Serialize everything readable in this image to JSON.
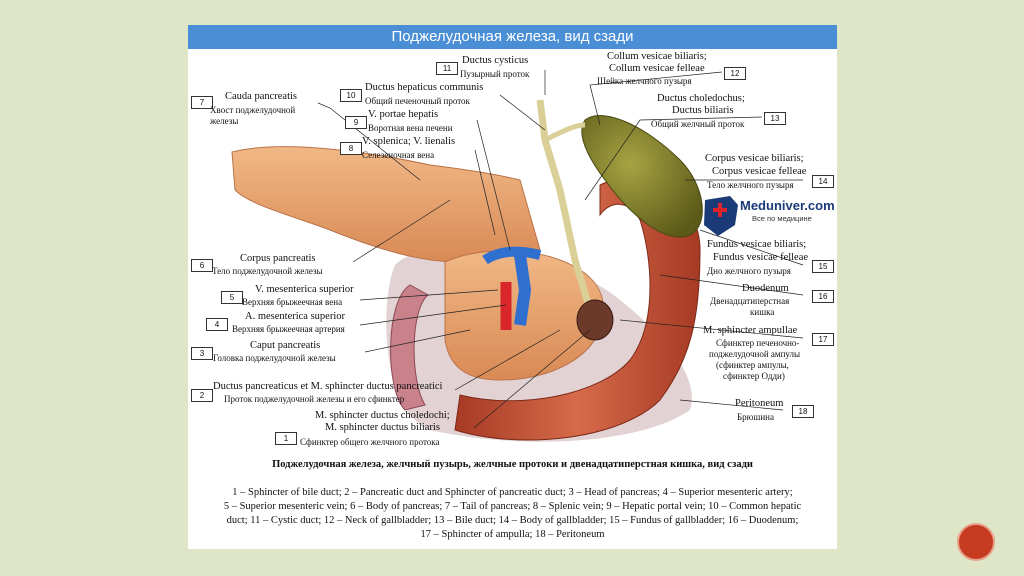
{
  "title": "Поджелудочная железа, вид сзади",
  "labels": [
    {
      "num": "1",
      "en": [
        "M. sphincter ductus choledochi;",
        "M. sphincter ductus biliaris"
      ],
      "ru": [
        "Сфинктер общего желчного протока"
      ]
    },
    {
      "num": "2",
      "en": [
        "Ductus pancreaticus et M. sphincter ductus pancreatici"
      ],
      "ru": [
        "Проток поджелудочной железы и его сфинктер"
      ]
    },
    {
      "num": "3",
      "en": [
        "Caput pancreatis"
      ],
      "ru": [
        "Головка поджелудочной железы"
      ]
    },
    {
      "num": "4",
      "en": [
        "A. mesenterica superior"
      ],
      "ru": [
        "Верхняя брыжеечная артерия"
      ]
    },
    {
      "num": "5",
      "en": [
        "V. mesenterica superior"
      ],
      "ru": [
        "Верхняя брыжеечная вена"
      ]
    },
    {
      "num": "6",
      "en": [
        "Corpus pancreatis"
      ],
      "ru": [
        "Тело поджелудочной железы"
      ]
    },
    {
      "num": "7",
      "en": [
        "Cauda pancreatis"
      ],
      "ru": [
        "Хвост поджелудочной",
        "железы"
      ]
    },
    {
      "num": "8",
      "en": [
        "V. splenica; V. lienalis"
      ],
      "ru": [
        "Селезеночная вена"
      ]
    },
    {
      "num": "9",
      "en": [
        "V. portae hepatis"
      ],
      "ru": [
        "Воротная вена печени"
      ]
    },
    {
      "num": "10",
      "en": [
        "Ductus hepaticus communis"
      ],
      "ru": [
        "Общий печеночный проток"
      ]
    },
    {
      "num": "11",
      "en": [
        "Ductus cysticus"
      ],
      "ru": [
        "Пузырный проток"
      ]
    },
    {
      "num": "12",
      "en": [
        "Collum vesicae biliaris;",
        "Collum vesicae felleae"
      ],
      "ru": [
        "Шейка желчного пузыря"
      ]
    },
    {
      "num": "13",
      "en": [
        "Ductus choledochus;",
        "Ductus biliaris"
      ],
      "ru": [
        "Общий желчный проток"
      ]
    },
    {
      "num": "14",
      "en": [
        "Corpus vesicae biliaris;",
        "Corpus vesicae felleae"
      ],
      "ru": [
        "Тело желчного пузыря"
      ]
    },
    {
      "num": "15",
      "en": [
        "Fundus vesicae biliaris;",
        "Fundus vesicae felleae"
      ],
      "ru": [
        "Дно желчного пузыря"
      ]
    },
    {
      "num": "16",
      "en": [
        "Duodenum"
      ],
      "ru": [
        "Двенадцатиперстная",
        "кишка"
      ]
    },
    {
      "num": "17",
      "en": [
        "M. sphincter ampullae"
      ],
      "ru": [
        "Сфинктер печеночно-",
        "поджелудочной ампулы",
        "(сфинктер ампулы,",
        "сфинктер Одди)"
      ]
    },
    {
      "num": "18",
      "en": [
        "Peritoneum"
      ],
      "ru": [
        "Брюшина"
      ]
    }
  ],
  "logo": {
    "name": "Meduniver.com",
    "tagline": "Все по медицине"
  },
  "caption": "Поджелудочная железа, желчный пузырь, желчные протоки и двенадцатиперстная кишка, вид сзади",
  "legend": [
    "1 – Sphincter of bile duct; 2 – Pancreatic duct and Sphincter of pancreatic duct; 3 – Head of pancreas; 4 – Superior mesenteric artery;",
    "5 – Superior mesenteric vein; 6 – Body of pancreas; 7 – Tail of pancreas; 8 – Splenic vein; 9 – Hepatic portal vein; 10 – Common hepatic",
    "duct; 11 – Cystic duct; 12 – Neck of gallbladder; 13 – Bile duct; 14 – Body of gallbladder; 15 – Fundus of gallbladder; 16 – Duodenum;",
    "17 – Sphincter of ampulla; 18 – Peritoneum"
  ],
  "colors": {
    "slide_bg": "#dfe6c8",
    "title_bar": "#4a8ed6",
    "pancreas": "#e9a56f",
    "duodenum": "#c4573b",
    "gallbladder": "#7d7c2a",
    "vein": "#2f6fd0",
    "artery": "#d8262b",
    "nav_button": "#c63b22"
  }
}
